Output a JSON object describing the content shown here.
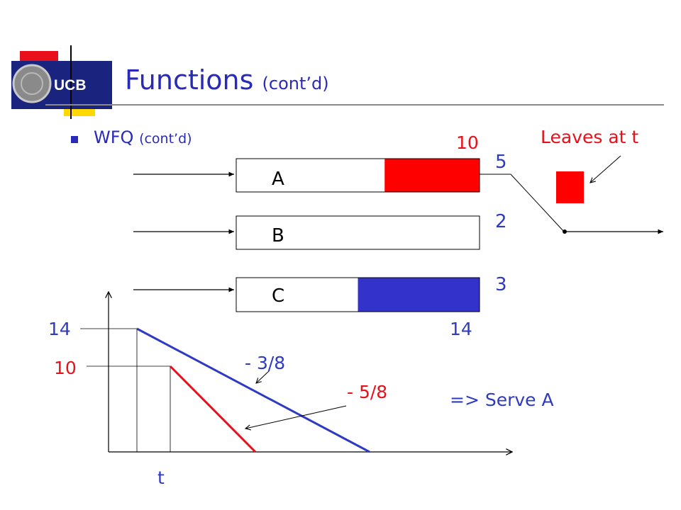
{
  "logo": {
    "text": "UCB",
    "colors": {
      "red": "#e8101a",
      "yellow": "#ffd800",
      "navy": "#1a237e",
      "gray": "#8a8a8a"
    }
  },
  "title": {
    "main": "Functions",
    "sub": "(cont’d)"
  },
  "bullet": {
    "main": "WFQ",
    "sub": "(cont’d)"
  },
  "queues": [
    {
      "label": "A",
      "weight": "5",
      "fill_fraction": 0.39,
      "fill_color": "#ff0000"
    },
    {
      "label": "B",
      "weight": "2",
      "fill_fraction": 0,
      "fill_color": "#ffffff"
    },
    {
      "label": "C",
      "weight": "3",
      "fill_fraction": 0.5,
      "fill_color": "#3333cc"
    }
  ],
  "labels": {
    "queue_a_finish": "10",
    "queue_c_finish": "14",
    "leaves": "Leaves at t",
    "y_tick_high": "14",
    "y_tick_low": "10",
    "slope_blue": "- 3/8",
    "slope_red": "- 5/8",
    "time": "t",
    "decision": "=> Serve A"
  },
  "colors": {
    "accent": "#2a2ab8",
    "red": "#e8101a",
    "blue": "#2e3ac2"
  }
}
